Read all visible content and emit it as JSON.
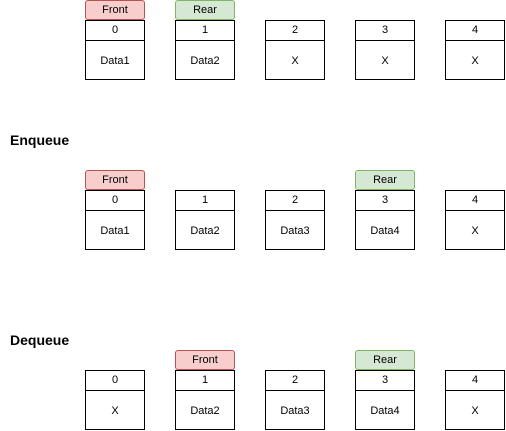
{
  "sections": [
    {
      "title": "",
      "cells": [
        {
          "index": "0",
          "value": "Data1"
        },
        {
          "index": "1",
          "value": "Data2"
        },
        {
          "index": "2",
          "value": "X"
        },
        {
          "index": "3",
          "value": "X"
        },
        {
          "index": "4",
          "value": "X"
        }
      ],
      "front_label": "Front",
      "rear_label": "Rear"
    },
    {
      "title": "Enqueue",
      "cells": [
        {
          "index": "0",
          "value": "Data1"
        },
        {
          "index": "1",
          "value": "Data2"
        },
        {
          "index": "2",
          "value": "Data3"
        },
        {
          "index": "3",
          "value": "Data4"
        },
        {
          "index": "4",
          "value": "X"
        }
      ],
      "front_label": "Front",
      "rear_label": "Rear"
    },
    {
      "title": "Dequeue",
      "cells": [
        {
          "index": "0",
          "value": "X"
        },
        {
          "index": "1",
          "value": "Data2"
        },
        {
          "index": "2",
          "value": "Data3"
        },
        {
          "index": "3",
          "value": "Data4"
        },
        {
          "index": "4",
          "value": "X"
        }
      ],
      "front_label": "Front",
      "rear_label": "Rear"
    }
  ],
  "colors": {
    "front_fill": "#f8cecc",
    "front_stroke": "#b85450",
    "rear_fill": "#d5e8d4",
    "rear_stroke": "#82b366"
  }
}
